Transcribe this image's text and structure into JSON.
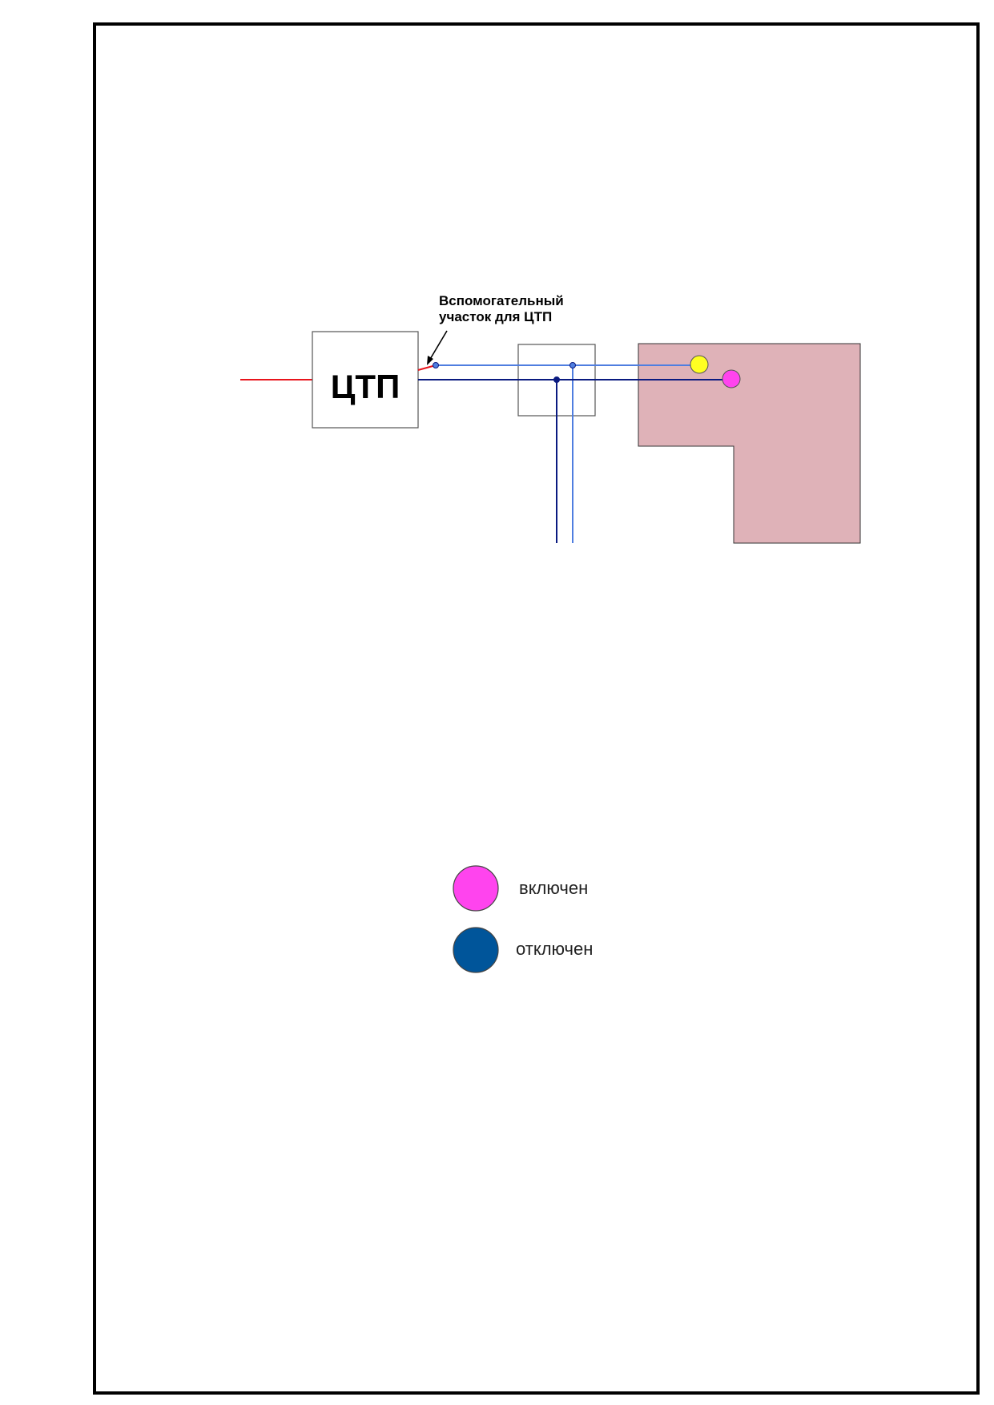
{
  "diagram": {
    "main_block_label": "ЦТП",
    "callout": {
      "line1": "Вспомогательный",
      "line2": "участок для ЦТП"
    }
  },
  "legend": {
    "items": [
      {
        "label": "включен",
        "color": "#ff44ee"
      },
      {
        "label": "отключен",
        "color": "#00559a"
      }
    ]
  },
  "colors": {
    "supply_line": "#e8141c",
    "pipe_light": "#4f7ee0",
    "pipe_dark": "#0a1a80",
    "building_fill": "#dfb2b8",
    "marker_yellow": "#ffff22",
    "marker_pink": "#ff44ee"
  }
}
